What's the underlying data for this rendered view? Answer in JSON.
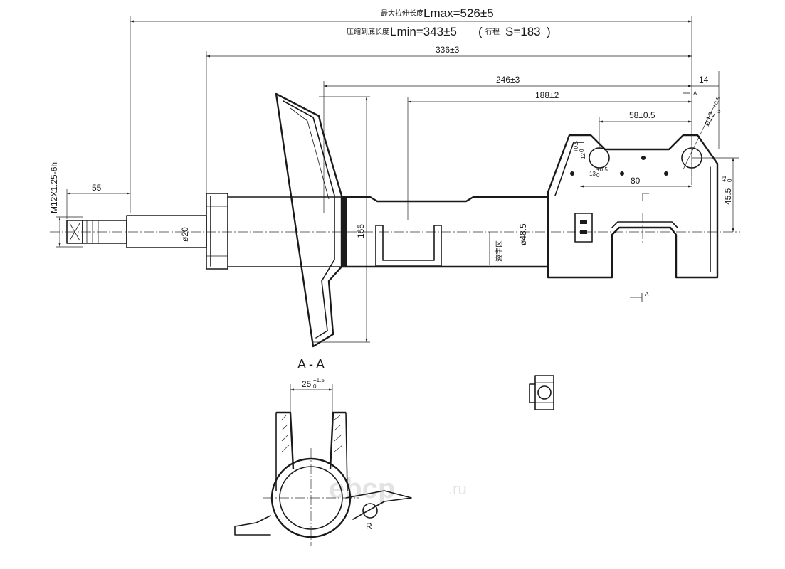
{
  "dimensions": {
    "lmax_label": "最大拉伸长度",
    "lmax_value": "Lmax=526±5",
    "lmin_label": "压缩到底长度",
    "lmin_value": "Lmin=343±5",
    "stroke_label": "行程",
    "stroke_value": "S=183",
    "d336": "336±3",
    "d246": "246±3",
    "d188": "188±2",
    "d58": "58±0.5",
    "d14": "14",
    "d55": "55",
    "d165": "165",
    "d80": "80",
    "d45": "45.5",
    "tol45_upper": "+1",
    "tol45_lower": "0",
    "thread": "M12X1.25-6h",
    "rod_dia": "ø20",
    "body_dia": "ø48.5",
    "hole_dia": "ø12",
    "hole_tol_upper": "+0.5",
    "hole_tol_lower": "0",
    "d12": "12",
    "d13": "13",
    "small_tol_upper": "+0.5",
    "small_tol_lower": "0"
  },
  "labels": {
    "fluid_zone": "液字区",
    "section_marker": "A",
    "section_title": "A - A",
    "section_width": "25",
    "section_tol_upper": "+1.5",
    "section_tol_lower": "0",
    "radius": "R"
  },
  "watermark": {
    "brand": "ebcp",
    "domain": ".ru"
  }
}
